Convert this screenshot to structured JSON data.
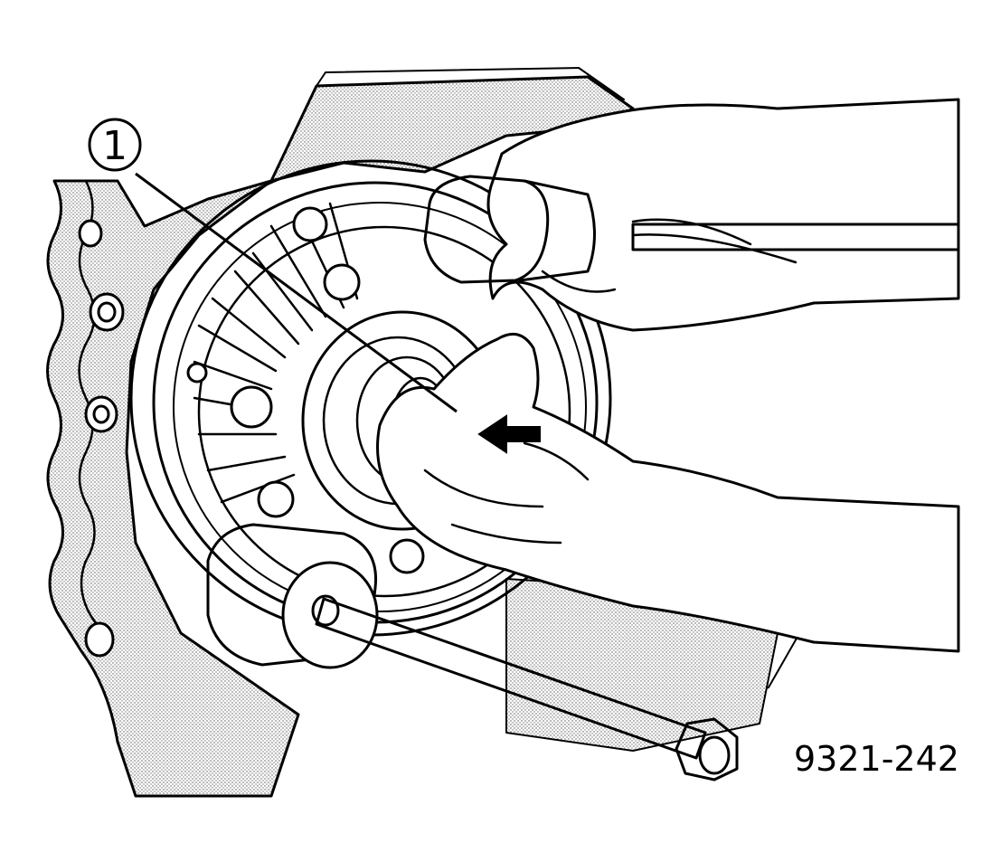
{
  "callout": {
    "number": "1"
  },
  "figure_id": "9321-242",
  "arrow_color": "#000000",
  "shading": "stippled-gray",
  "depicted": [
    "transmission-case",
    "pump-hub",
    "input-shaft-seal",
    "hands",
    "seal-installer-tool",
    "driver-handle",
    "hex-nut"
  ]
}
